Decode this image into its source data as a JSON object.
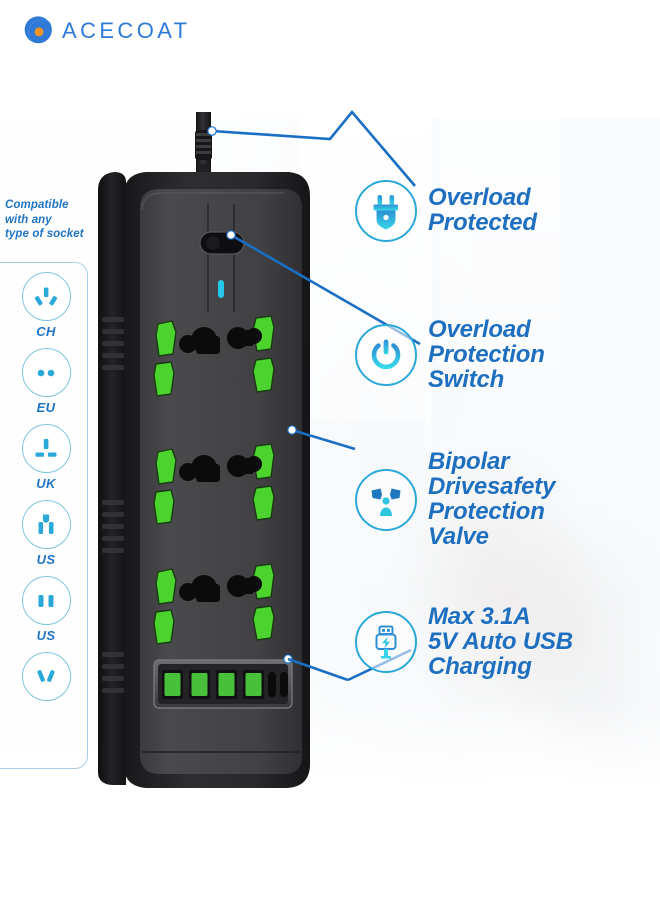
{
  "brand": {
    "name": "ACECOAT",
    "logo_icon": "acecoat-circle-logo",
    "logo_color": "#2f7ad6",
    "logo_accent_color": "#f39323"
  },
  "theme": {
    "heading_blue": "#1f6fc0",
    "icon_cyan": "#2aa8d8",
    "leader_blue": "#1a6fc4",
    "socket_outline": "#7fc6dc",
    "socket_fill": "#2aa8d8",
    "shutter_green": "#4cd32e",
    "body_black": "#2c2c2e"
  },
  "compatibility": {
    "title": "Compatible with any type of socket",
    "title_lines": [
      "Compatible",
      "with any",
      "type of socket"
    ],
    "sockets": [
      {
        "label": "CH",
        "icon": "socket-ch-icon"
      },
      {
        "label": "EU",
        "icon": "socket-eu-icon"
      },
      {
        "label": "UK",
        "icon": "socket-uk-icon"
      },
      {
        "label": "US",
        "icon": "socket-us-3pin-icon"
      },
      {
        "label": "US",
        "icon": "socket-us-2pin-icon"
      },
      {
        "label": "",
        "icon": "socket-au-icon"
      }
    ]
  },
  "features": [
    {
      "id": "overload-protected",
      "icon": "plug-icon",
      "lines": [
        "Overload",
        "Protected"
      ],
      "text": "Overload Protected"
    },
    {
      "id": "overload-protection-switch",
      "icon": "power-button-icon",
      "lines": [
        "Overload",
        "Protection",
        "Switch"
      ],
      "text": "Overload Protection Switch"
    },
    {
      "id": "bipolar-drivesafety-protection-valve",
      "icon": "safety-shutter-icon",
      "lines": [
        "Bipolar",
        "Drivesafety",
        "Protection",
        "Valve"
      ],
      "text": "Bipolar Drivesafety Protection Valve"
    },
    {
      "id": "usb-charging",
      "icon": "usb-bolt-icon",
      "lines": [
        "Max 3.1A",
        "5V Auto USB",
        "Charging"
      ],
      "text": "Max 3.1A 5V Auto USB Charging"
    }
  ],
  "product": {
    "name": "power-strip",
    "power_cord": "power-cord",
    "switch": "power-switch",
    "indicator": "led-indicator",
    "outlet_count": 6,
    "usb_port_count": 4,
    "usbc_port_count": 2
  }
}
